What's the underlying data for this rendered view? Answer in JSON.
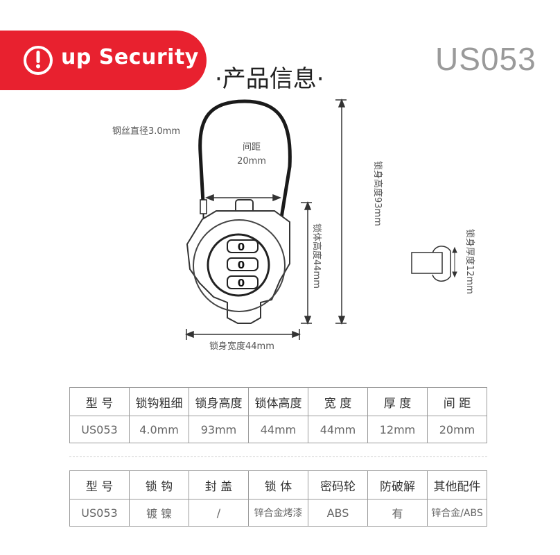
{
  "brand": {
    "name": "up Security",
    "logo_icon": "power-lock-logo-icon",
    "color": "#e8212f"
  },
  "model_code": "US053",
  "section_title": "·产品信息·",
  "diagram": {
    "wire_diameter": "钢丝直径3.0mm",
    "gap_label": "间距",
    "gap_value": "20mm",
    "body_height": "锁体高度44mm",
    "total_height": "锁身高度93mm",
    "thickness": "锁身厚度12mm",
    "width": "锁身宽度44mm",
    "dial_digits": [
      "0",
      "0",
      "0"
    ]
  },
  "spec_table": {
    "headers": [
      "型 号",
      "锁钩粗细",
      "锁身高度",
      "锁体高度",
      "宽 度",
      "厚 度",
      "间 距"
    ],
    "values": [
      "US053",
      "4.0mm",
      "93mm",
      "44mm",
      "44mm",
      "12mm",
      "20mm"
    ]
  },
  "material_table": {
    "headers": [
      "型 号",
      "锁 钩",
      "封 盖",
      "锁 体",
      "密码轮",
      "防破解",
      "其他配件"
    ],
    "values": [
      "US053",
      "镀 镍",
      "/",
      "锌合金烤漆",
      "ABS",
      "有",
      "锌合金/ABS"
    ]
  }
}
